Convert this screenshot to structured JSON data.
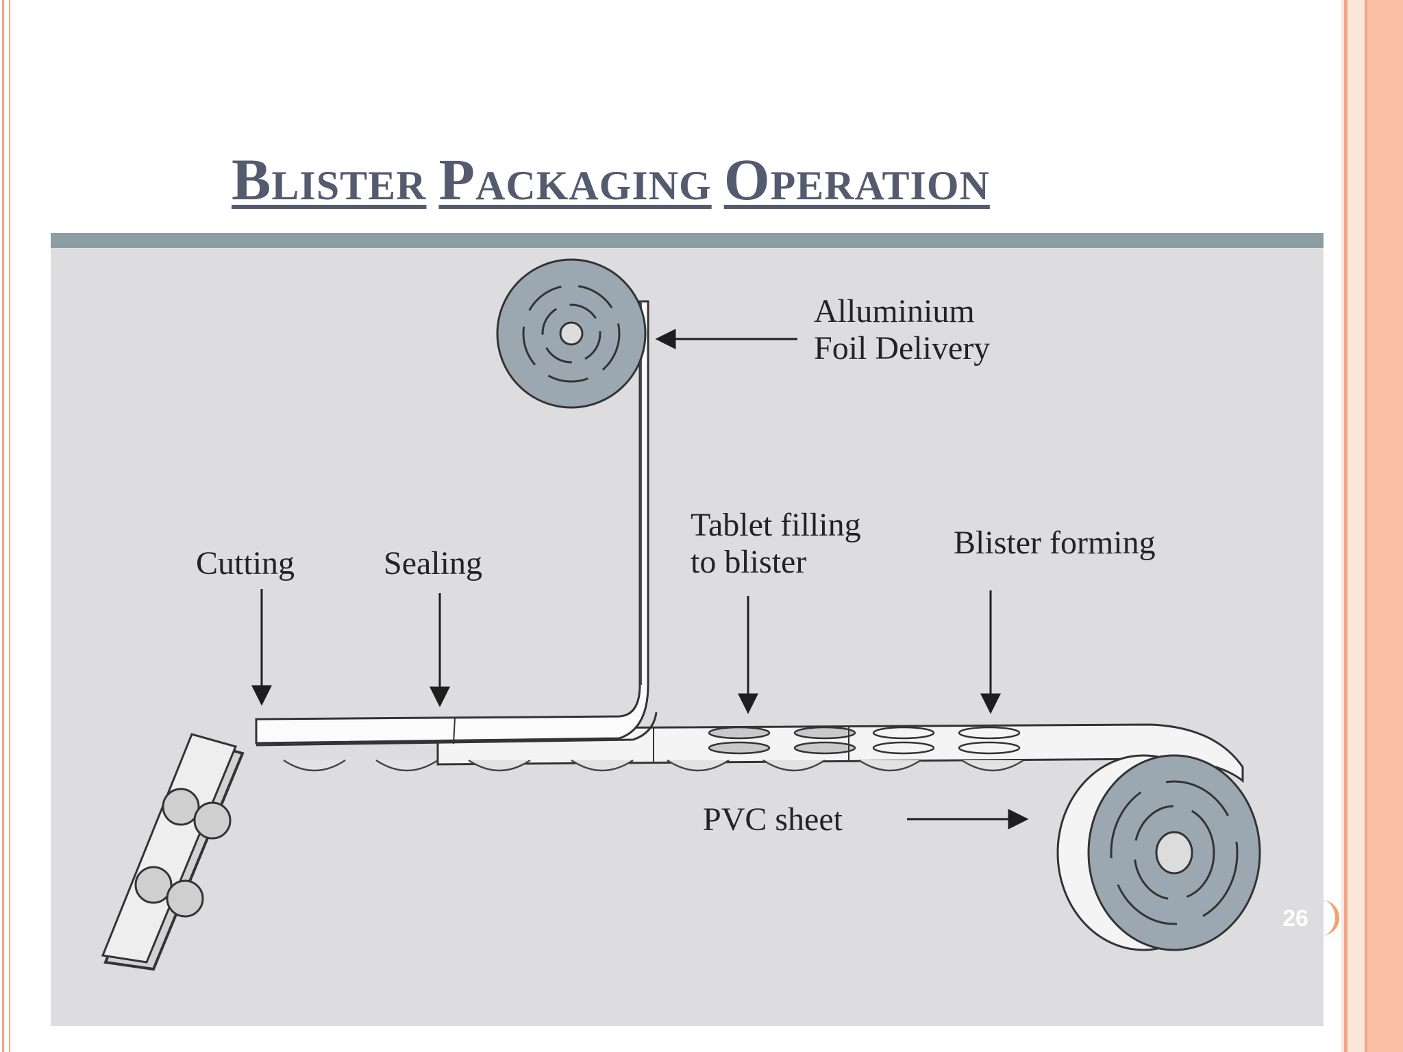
{
  "title_words": [
    "Blister",
    "Packaging",
    "Operation"
  ],
  "labels": {
    "foil_line1": "Alluminium",
    "foil_line2": "Foil Delivery",
    "cutting": "Cutting",
    "sealing": "Sealing",
    "tablet_line1": "Tablet filling",
    "tablet_line2": "to blister",
    "forming": "Blister forming",
    "pvc": "PVC sheet"
  },
  "slide_number": "26",
  "colors": {
    "title": "#545b6e",
    "accent_border": "#f2a583",
    "figure_background": "#dddde0",
    "figure_header_bar": "#8c9ea3",
    "roll_fill": "#9ba8b1"
  }
}
